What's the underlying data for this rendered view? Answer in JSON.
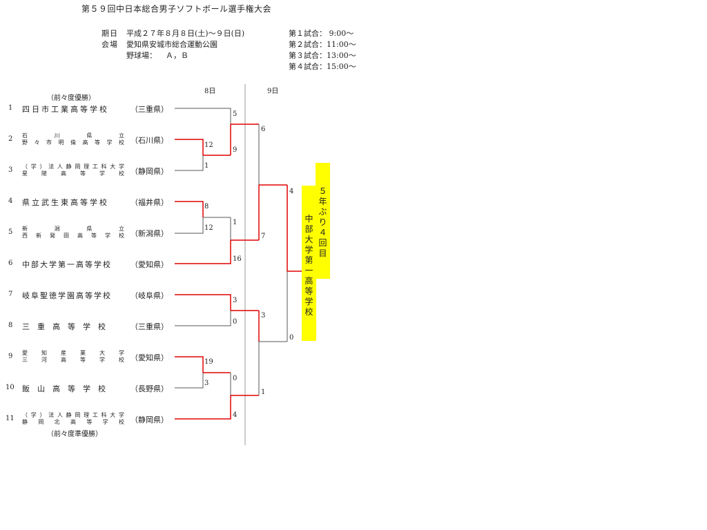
{
  "title": "第５９回中日本総合男子ソフトボール選手権大会",
  "info": {
    "date_label": "期日",
    "date_value": "平成２７年８月８日(土)～９日(日)",
    "venue_label": "会場",
    "venue_value": "愛知県安城市総合運動公園",
    "field_label": "野球場：",
    "field_value": "Ａ，Ｂ",
    "schedule": [
      "第１試合： 9:00～",
      "第２試合：11:00～",
      "第３試合：13:00～",
      "第４試合：15:00～"
    ]
  },
  "days": {
    "day1": "8日",
    "day2": "9日"
  },
  "notes": {
    "top": "（前々度優勝）",
    "bottom": "（前々度準優勝）"
  },
  "teams": [
    {
      "num": "1",
      "name": "四日市工業高等学校",
      "pref": "（三重県）"
    },
    {
      "num": "2",
      "name1": "石　川　県　立",
      "name2": "野々市明倫高等学校",
      "pref": "（石川県）"
    },
    {
      "num": "3",
      "name1": "（学）法人静岡理工科大学",
      "name2": "星　陵　高　等　学　校",
      "pref": "（静岡県）"
    },
    {
      "num": "4",
      "name": "県立武生東高等学校",
      "pref": "（福井県）"
    },
    {
      "num": "5",
      "name1": "新　潟　県　立",
      "name2": "西新発田高等学校",
      "pref": "（新潟県）"
    },
    {
      "num": "6",
      "name": "中部大学第一高等学校",
      "pref": "（愛知県）"
    },
    {
      "num": "7",
      "name": "岐阜聖徳学園高等学校",
      "pref": "（岐阜県）"
    },
    {
      "num": "8",
      "name": "三　重　高　等　学　校",
      "pref": "（三重県）"
    },
    {
      "num": "9",
      "name1": "愛　知　産　業　大　学",
      "name2": "三　河　高　等　学　校",
      "pref": "（愛知県）"
    },
    {
      "num": "10",
      "name": "飯　山　高　等　学　校",
      "pref": "（長野県）"
    },
    {
      "num": "11",
      "name1": "（学）法人静岡理工科大学",
      "name2": "静　岡　北　高　等　学　校",
      "pref": "（静岡県）"
    }
  ],
  "scores": {
    "r1_t2": "12",
    "r1_t3": "1",
    "r1_t4": "8",
    "r1_t5": "12",
    "r1_t9": "19",
    "r1_t10": "3",
    "r2_t1": "5",
    "r2_w23": "9",
    "r2_w45": "1",
    "r2_t6": "16",
    "r2_t7": "3",
    "r2_t8": "0",
    "r2_w910": "0",
    "r2_t11": "4",
    "qf_a": "6",
    "qf_b": "7",
    "qf_c": "3",
    "qf_d": "1",
    "sf_top": "4",
    "sf_bottom": "0"
  },
  "champion": {
    "name": "中部大学第一高等学校",
    "note": "５年ぶり４回目"
  },
  "colors": {
    "winner_line": "#e00000",
    "loser_line": "#555555",
    "highlight": "#ffff00"
  }
}
